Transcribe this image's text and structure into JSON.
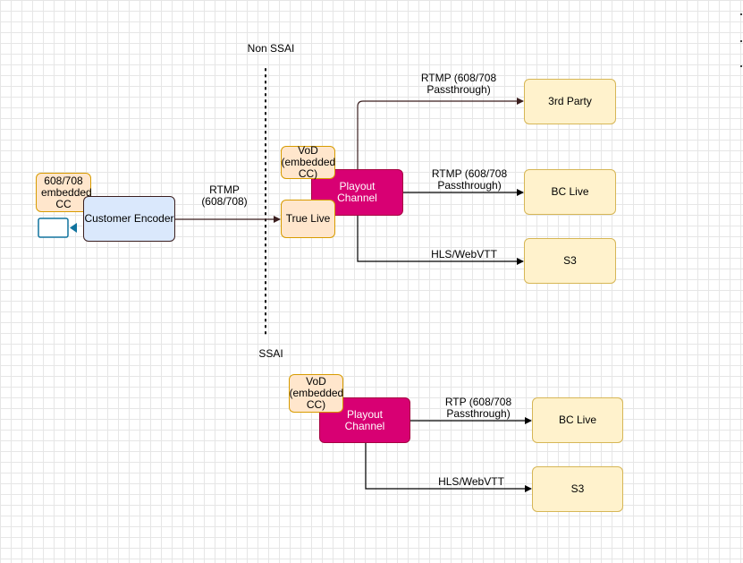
{
  "labels": {
    "non_ssai": "Non SSAI",
    "ssai": "SSAI"
  },
  "nodes": {
    "cc_tag": "608/708 embedded CC",
    "encoder": "Customer Encoder",
    "vod_top": "VoD (embedded CC)",
    "true_live": "True Live",
    "playout_top": "Playout Channel",
    "third_party": "3rd Party",
    "bc_live_top": "BC Live",
    "s3_top": "S3",
    "vod_bottom": "VoD (embedded CC)",
    "playout_bottom": "Playout Channel",
    "bc_live_bottom": "BC Live",
    "s3_bottom": "S3"
  },
  "edges": {
    "rtmp_in_line1": "RTMP",
    "rtmp_in_line2": "(608/708)",
    "rtmp_3rd_line1": "RTMP (608/708",
    "rtmp_3rd_line2": "Passthrough)",
    "rtmp_bc_line1": "RTMP (608/708",
    "rtmp_bc_line2": "Passthrough)",
    "hls_top": "HLS/WebVTT",
    "rtp_bc_line1": "RTP (608/708",
    "rtp_bc_line2": "Passthrough)",
    "hls_bottom": "HLS/WebVTT"
  },
  "colors": {
    "encoder_fill": "#dae8fc",
    "orange_fill": "#ffe6cc",
    "playout_fill": "#d80073",
    "dest_fill": "#fff2cc",
    "grid": "#e6e6e6",
    "camera_stroke": "#10739e",
    "edge_in": "#3b1f1f",
    "edge_out": "#000000"
  },
  "icons": [
    "video-camera-icon"
  ]
}
